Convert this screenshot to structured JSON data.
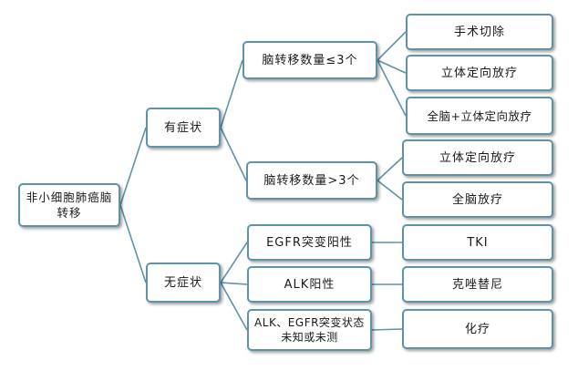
{
  "colors": {
    "border": "#5f93a9",
    "line": "#5f93a9",
    "background": "#ffffff",
    "text": "#1a1a1a"
  },
  "nodes": {
    "root": "非小细胞肺癌脑转移",
    "symptomatic": "有症状",
    "asymptomatic": "无症状",
    "mets_le3": "脑转移数量≤3个",
    "mets_gt3": "脑转移数量>3个",
    "surgery": "手术切除",
    "srs_1": "立体定向放疗",
    "wbrt_srs": "全脑+立体定向放疗",
    "srs_2": "立体定向放疗",
    "wbrt": "全脑放疗",
    "egfr_pos": "EGFR突变阳性",
    "alk_pos": "ALK阳性",
    "unknown_status": "ALK、EGFR突变状态未知或未测",
    "tki": "TKI",
    "crizotinib": "克唑替尼",
    "chemo": "化疗"
  }
}
